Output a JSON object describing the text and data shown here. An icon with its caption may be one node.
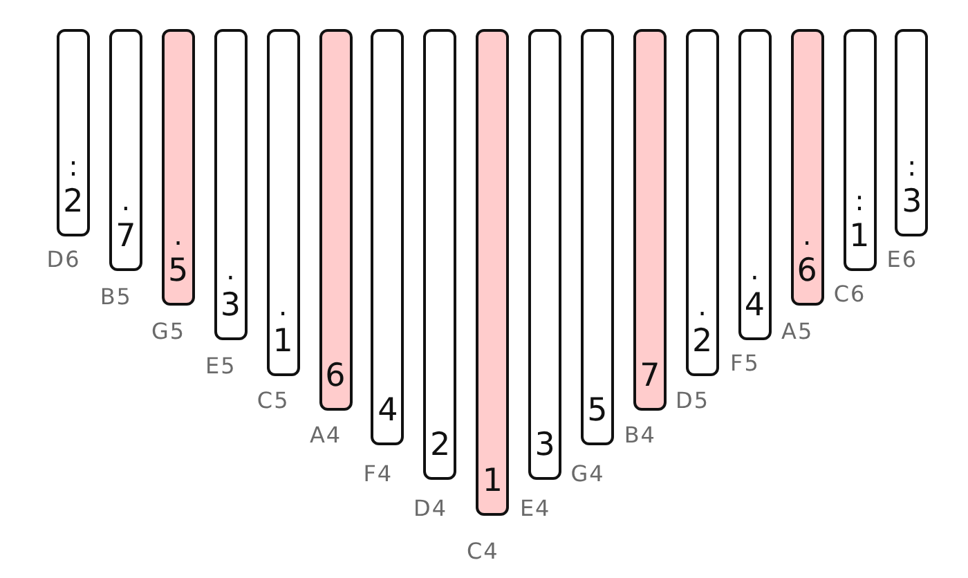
{
  "diagram": {
    "nodes": [
      {
        "text": [
          ":",
          "2"
        ],
        "beside": [
          "D6"
        ]
      },
      {
        "text": [
          ".",
          "7"
        ],
        "beside": [
          "B5"
        ]
      },
      {
        "text": [
          ".",
          "5"
        ],
        "beside": [
          "G5"
        ]
      },
      {
        "text": [
          ".",
          "3"
        ],
        "beside": [
          "E5"
        ]
      },
      {
        "text": [
          ".",
          "1"
        ],
        "beside": [
          "C5"
        ]
      },
      {
        "text": [
          "6"
        ],
        "beside": [
          "A4"
        ]
      },
      {
        "text": [
          "4"
        ],
        "beside": [
          "F4"
        ]
      },
      {
        "text": [
          "2"
        ],
        "beside": [
          "D4"
        ]
      },
      {
        "text": [
          "1"
        ],
        "beside": [
          "C4"
        ]
      },
      {
        "text": [
          "3"
        ],
        "beside": [
          "E4"
        ]
      },
      {
        "text": [
          "5"
        ],
        "beside": [
          "G4"
        ]
      },
      {
        "text": [
          "7"
        ],
        "beside": [
          "B4"
        ]
      },
      {
        "text": [
          ".",
          "2"
        ],
        "beside": [
          "D5"
        ]
      },
      {
        "text": [
          ".",
          "4"
        ],
        "beside": [
          "F5"
        ]
      },
      {
        "text": [
          ".",
          "6"
        ],
        "beside": [
          "A5"
        ]
      },
      {
        "text": [
          ":",
          "1"
        ],
        "beside": [
          "C6"
        ]
      },
      {
        "text": [
          ":",
          "3"
        ],
        "beside": [
          "E6"
        ]
      }
    ]
  }
}
